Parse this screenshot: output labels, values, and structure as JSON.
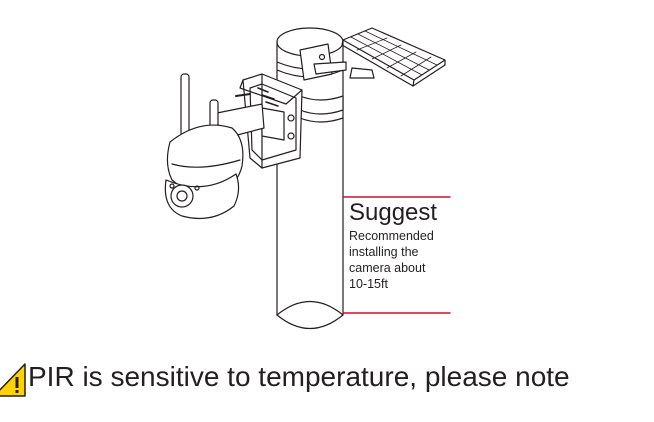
{
  "note": {
    "title": "Suggest",
    "lines": [
      "Recommended",
      "installing the",
      "camera about",
      "10-15ft"
    ]
  },
  "warning": {
    "text": "PIR is sensitive to temperature, please note",
    "icon": "warning-triangle-icon"
  },
  "colors": {
    "line_art": "#231f20",
    "marker": "#c8102e",
    "warning_fill": "#ffd200"
  }
}
